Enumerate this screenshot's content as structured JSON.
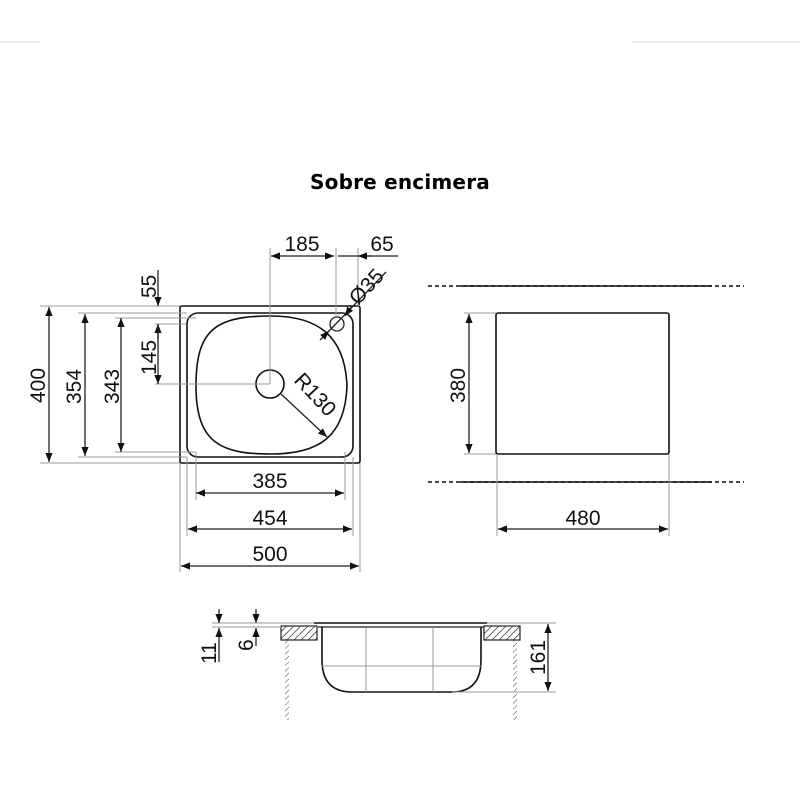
{
  "title": "Sobre encimera",
  "top_view": {
    "dims": {
      "drain_offset_x": "185",
      "tap_hole_offset": "65",
      "tap_hole_diameter": "Ø35",
      "tap_hole_offset_y": "55",
      "drain_offset_y": "145",
      "total_depth": "400",
      "inner_depth": "354",
      "bowl_depth": "343",
      "bowl_radius": "R130",
      "bowl_width": "385",
      "inner_width": "454",
      "total_width": "500"
    }
  },
  "cutout_view": {
    "dims": {
      "cutout_depth": "380",
      "cutout_width": "480"
    }
  },
  "section_view": {
    "dims": {
      "rim_height": "11",
      "flange_thickness": "6",
      "bowl_height": "161"
    }
  },
  "colors": {
    "ink": "#111111",
    "extension_lines": "#9a9a9a",
    "background": "#ffffff"
  }
}
